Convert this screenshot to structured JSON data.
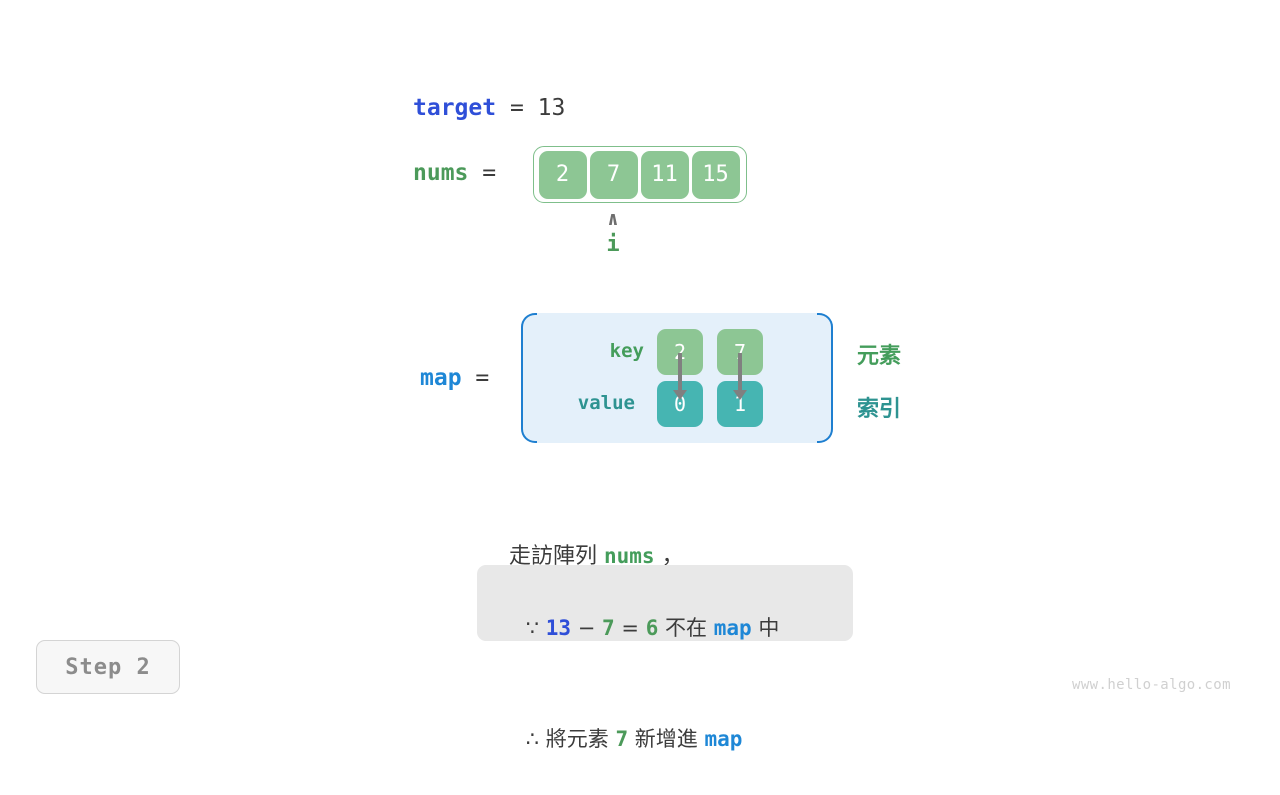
{
  "target": {
    "name": "target",
    "equals": "=",
    "value": "13"
  },
  "nums": {
    "name": "nums",
    "equals": "=",
    "cells": [
      "2",
      "7",
      "11",
      "15"
    ]
  },
  "pointer": {
    "caret": "∧",
    "label": "i",
    "index": 1
  },
  "map": {
    "name": "map",
    "equals": "=",
    "row_labels": {
      "key": "key",
      "value": "value"
    },
    "entries": [
      {
        "key": "2",
        "value": "0"
      },
      {
        "key": "7",
        "value": "1"
      }
    ],
    "legend": {
      "element": "元素",
      "index": "索引"
    }
  },
  "caption": {
    "prefix": "走訪陣列 ",
    "code": "nums",
    "suffix": " ，"
  },
  "note": {
    "line1": {
      "symbol": "∵",
      "a": "13",
      "minus": "−",
      "b": "7",
      "eq": "=",
      "c": "6",
      "text": "不在",
      "map": "map",
      "tail": "中"
    },
    "line2": {
      "symbol": "∴",
      "text1": "將元素",
      "num": "7",
      "text2": "新增進",
      "map": "map"
    }
  },
  "step_badge": "Step 2",
  "watermark": "www.hello-algo.com",
  "colors": {
    "target_blue": "#2F4FD8",
    "map_blue": "#1E87D6",
    "green": "#4C9A5A",
    "teal": "#2E9391",
    "cell_green": "#8DC694",
    "cell_teal": "#46B5B2",
    "map_bg": "#E4F0FA",
    "note_bg": "#E8E8E8"
  }
}
